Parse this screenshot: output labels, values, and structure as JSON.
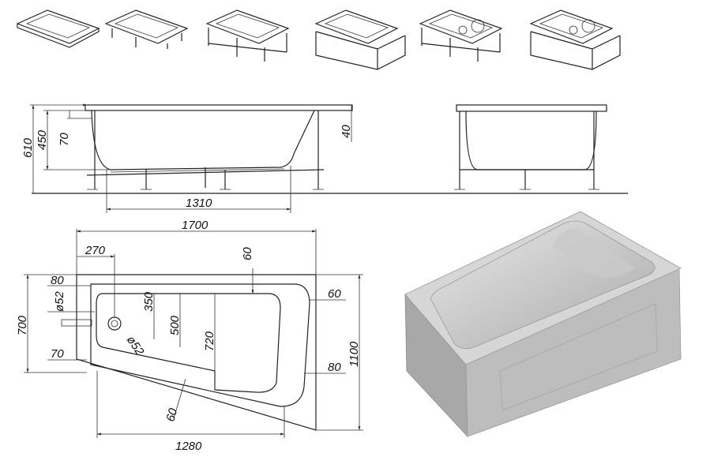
{
  "side_view": {
    "total_height": "610",
    "rim_height": "450",
    "depth_offset": "70",
    "rim_thickness": "40",
    "leg_span": "1310"
  },
  "plan_view": {
    "length": "1700",
    "drain_offset": "270",
    "top_rim": "60",
    "left_offset": "80",
    "drain_pipe_diameter": "ø52",
    "basin_inner_top": "350",
    "basin_inner_width": "500",
    "basin_main_width": "720",
    "drain_diameter": "ø52",
    "narrow_width": "700",
    "narrow_bottom": "70",
    "right_rim": "60",
    "wide_width": "1100",
    "right_bottom_rim": "80",
    "diagonal_rim": "60",
    "bottom_length": "1280"
  },
  "colors": {
    "line": "#222222",
    "render_body": "#b9b9b9",
    "render_top": "#d4d4d4"
  }
}
